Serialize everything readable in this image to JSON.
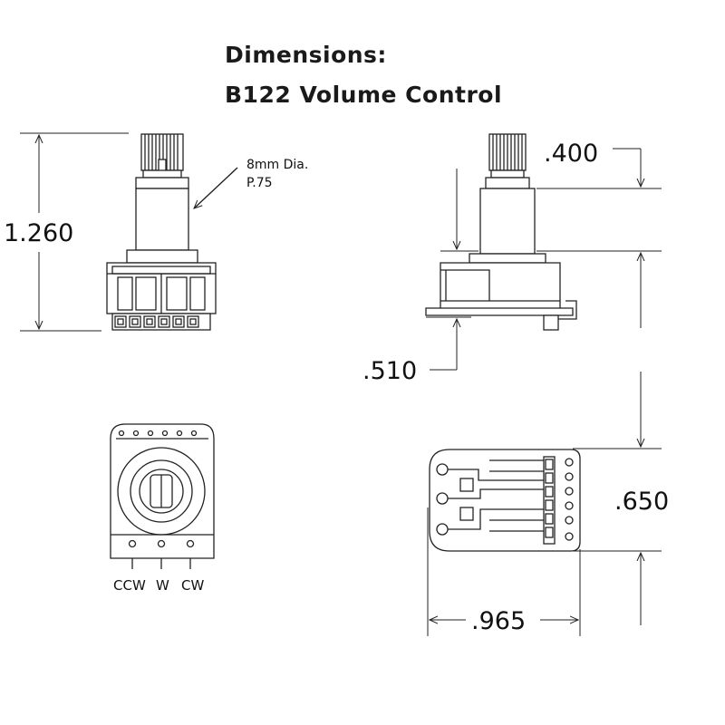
{
  "header": {
    "title_line1": "Dimensions:",
    "title_line2": "B122 Volume Control"
  },
  "dimensions": {
    "overall_height": "1.260",
    "shaft_callout_line1": "8mm Dia.",
    "shaft_callout_line2": "P.75",
    "shaft_length": ".400",
    "body_height": ".510",
    "board_height": ".650",
    "board_length": ".965"
  },
  "terminals": {
    "left": "CCW",
    "middle": "W",
    "right": "CW"
  }
}
